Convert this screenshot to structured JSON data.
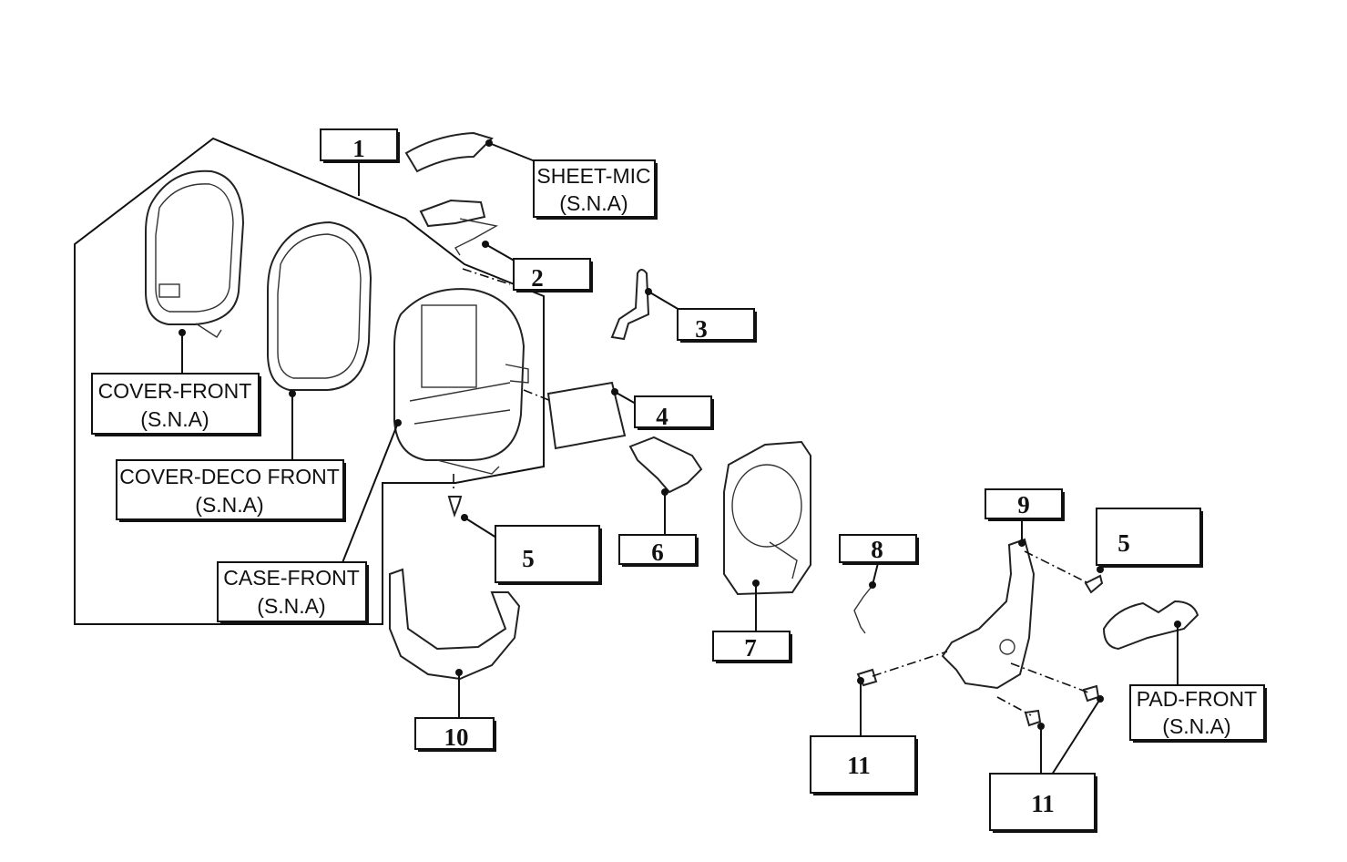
{
  "callouts": {
    "c1": "1",
    "c2": "2",
    "c3": "3",
    "c4": "4",
    "c5a": "5",
    "c5b": "5",
    "c6": "6",
    "c7": "7",
    "c8": "8",
    "c9": "9",
    "c10": "10",
    "c11a": "11",
    "c11b": "11"
  },
  "labels": {
    "sheet_mic": "SHEET-MIC",
    "cover_front": "COVER-FRONT",
    "cover_deco_front": "COVER-DECO FRONT",
    "case_front": "CASE-FRONT",
    "pad_front": "PAD-FRONT",
    "sna": "(S.N.A)"
  }
}
